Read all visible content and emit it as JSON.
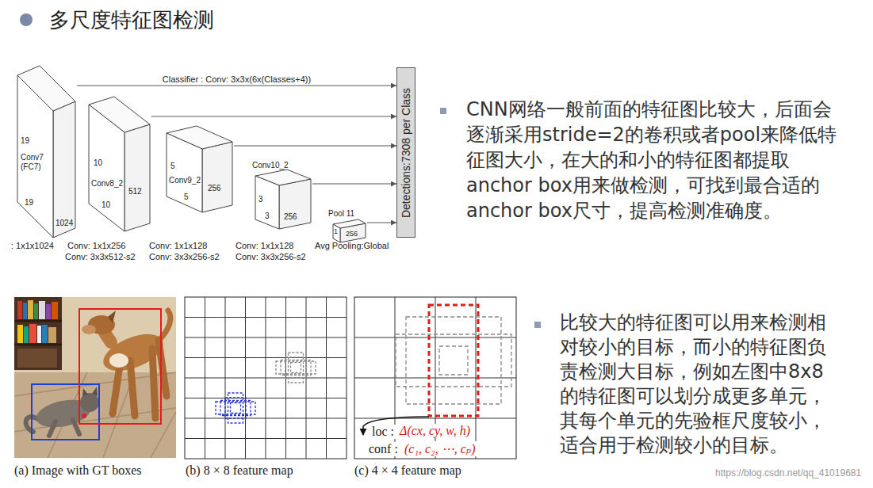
{
  "diagram": {
    "title": "多尺度特征图检测",
    "nodes": [
      {
        "text": [
          "19",
          "Conv7 (FC7)",
          "19",
          "1024"
        ]
      },
      {
        "text": [
          "10",
          "Conv8_2",
          "10",
          "512"
        ]
      },
      {
        "text": [
          "5",
          "Conv9_2",
          "5",
          "256"
        ]
      },
      {
        "text": [
          "Conv10_2",
          "3",
          "3",
          "256"
        ]
      },
      {
        "text": [
          "Pool 11",
          "1",
          "256"
        ]
      },
      {
        "text": [
          "Detections:7308 per Class"
        ]
      }
    ],
    "edges": [
      {
        "from": 0,
        "to": 5,
        "arrow": "to",
        "label": "Classifier : Conv: 3x3x(6x(Classes+4))"
      },
      {
        "from": 1,
        "to": 5,
        "arrow": "to"
      },
      {
        "from": 2,
        "to": 5,
        "arrow": "to"
      },
      {
        "from": 3,
        "to": 5,
        "arrow": "to"
      },
      {
        "from": 4,
        "to": 5,
        "arrow": "to"
      }
    ],
    "labels": [
      ": 1x1x1024",
      "Conv: 1x1x256",
      "Conv: 3x3x512-s2",
      "Conv: 1x1x128",
      "Conv: 3x3x256-s2",
      "Conv: 1x1x128",
      "Conv: 3x3x256-s2",
      "Avg Pooling:Global",
      "CNN网络一般前面的特征图比较大，后面会逐渐采用stride=2的卷积或者pool来降低特征图大小，在大的和小的特征图都提取anchor box用来做检测，可找到最合适的anchor box尺寸，提高检测准确度。",
      "比较大的特征图可以用来检测相对较小的目标，而小的特征图负责检测大目标，例如左图中8x8的特征图可以划分成更多单元，其每个单元的先验框尺度较小，适合用于检测较小的目标。",
      "(a) Image with GT boxes",
      "(b) 8 × 8 feature map",
      "(c) 4 × 4 feature map",
      "loc :",
      "Δ(cx, cy, w, h)",
      "conf :",
      "(c₁, c₂, ⋯, cₚ)",
      "https://blog.csdn.net/qq_41019681"
    ]
  }
}
